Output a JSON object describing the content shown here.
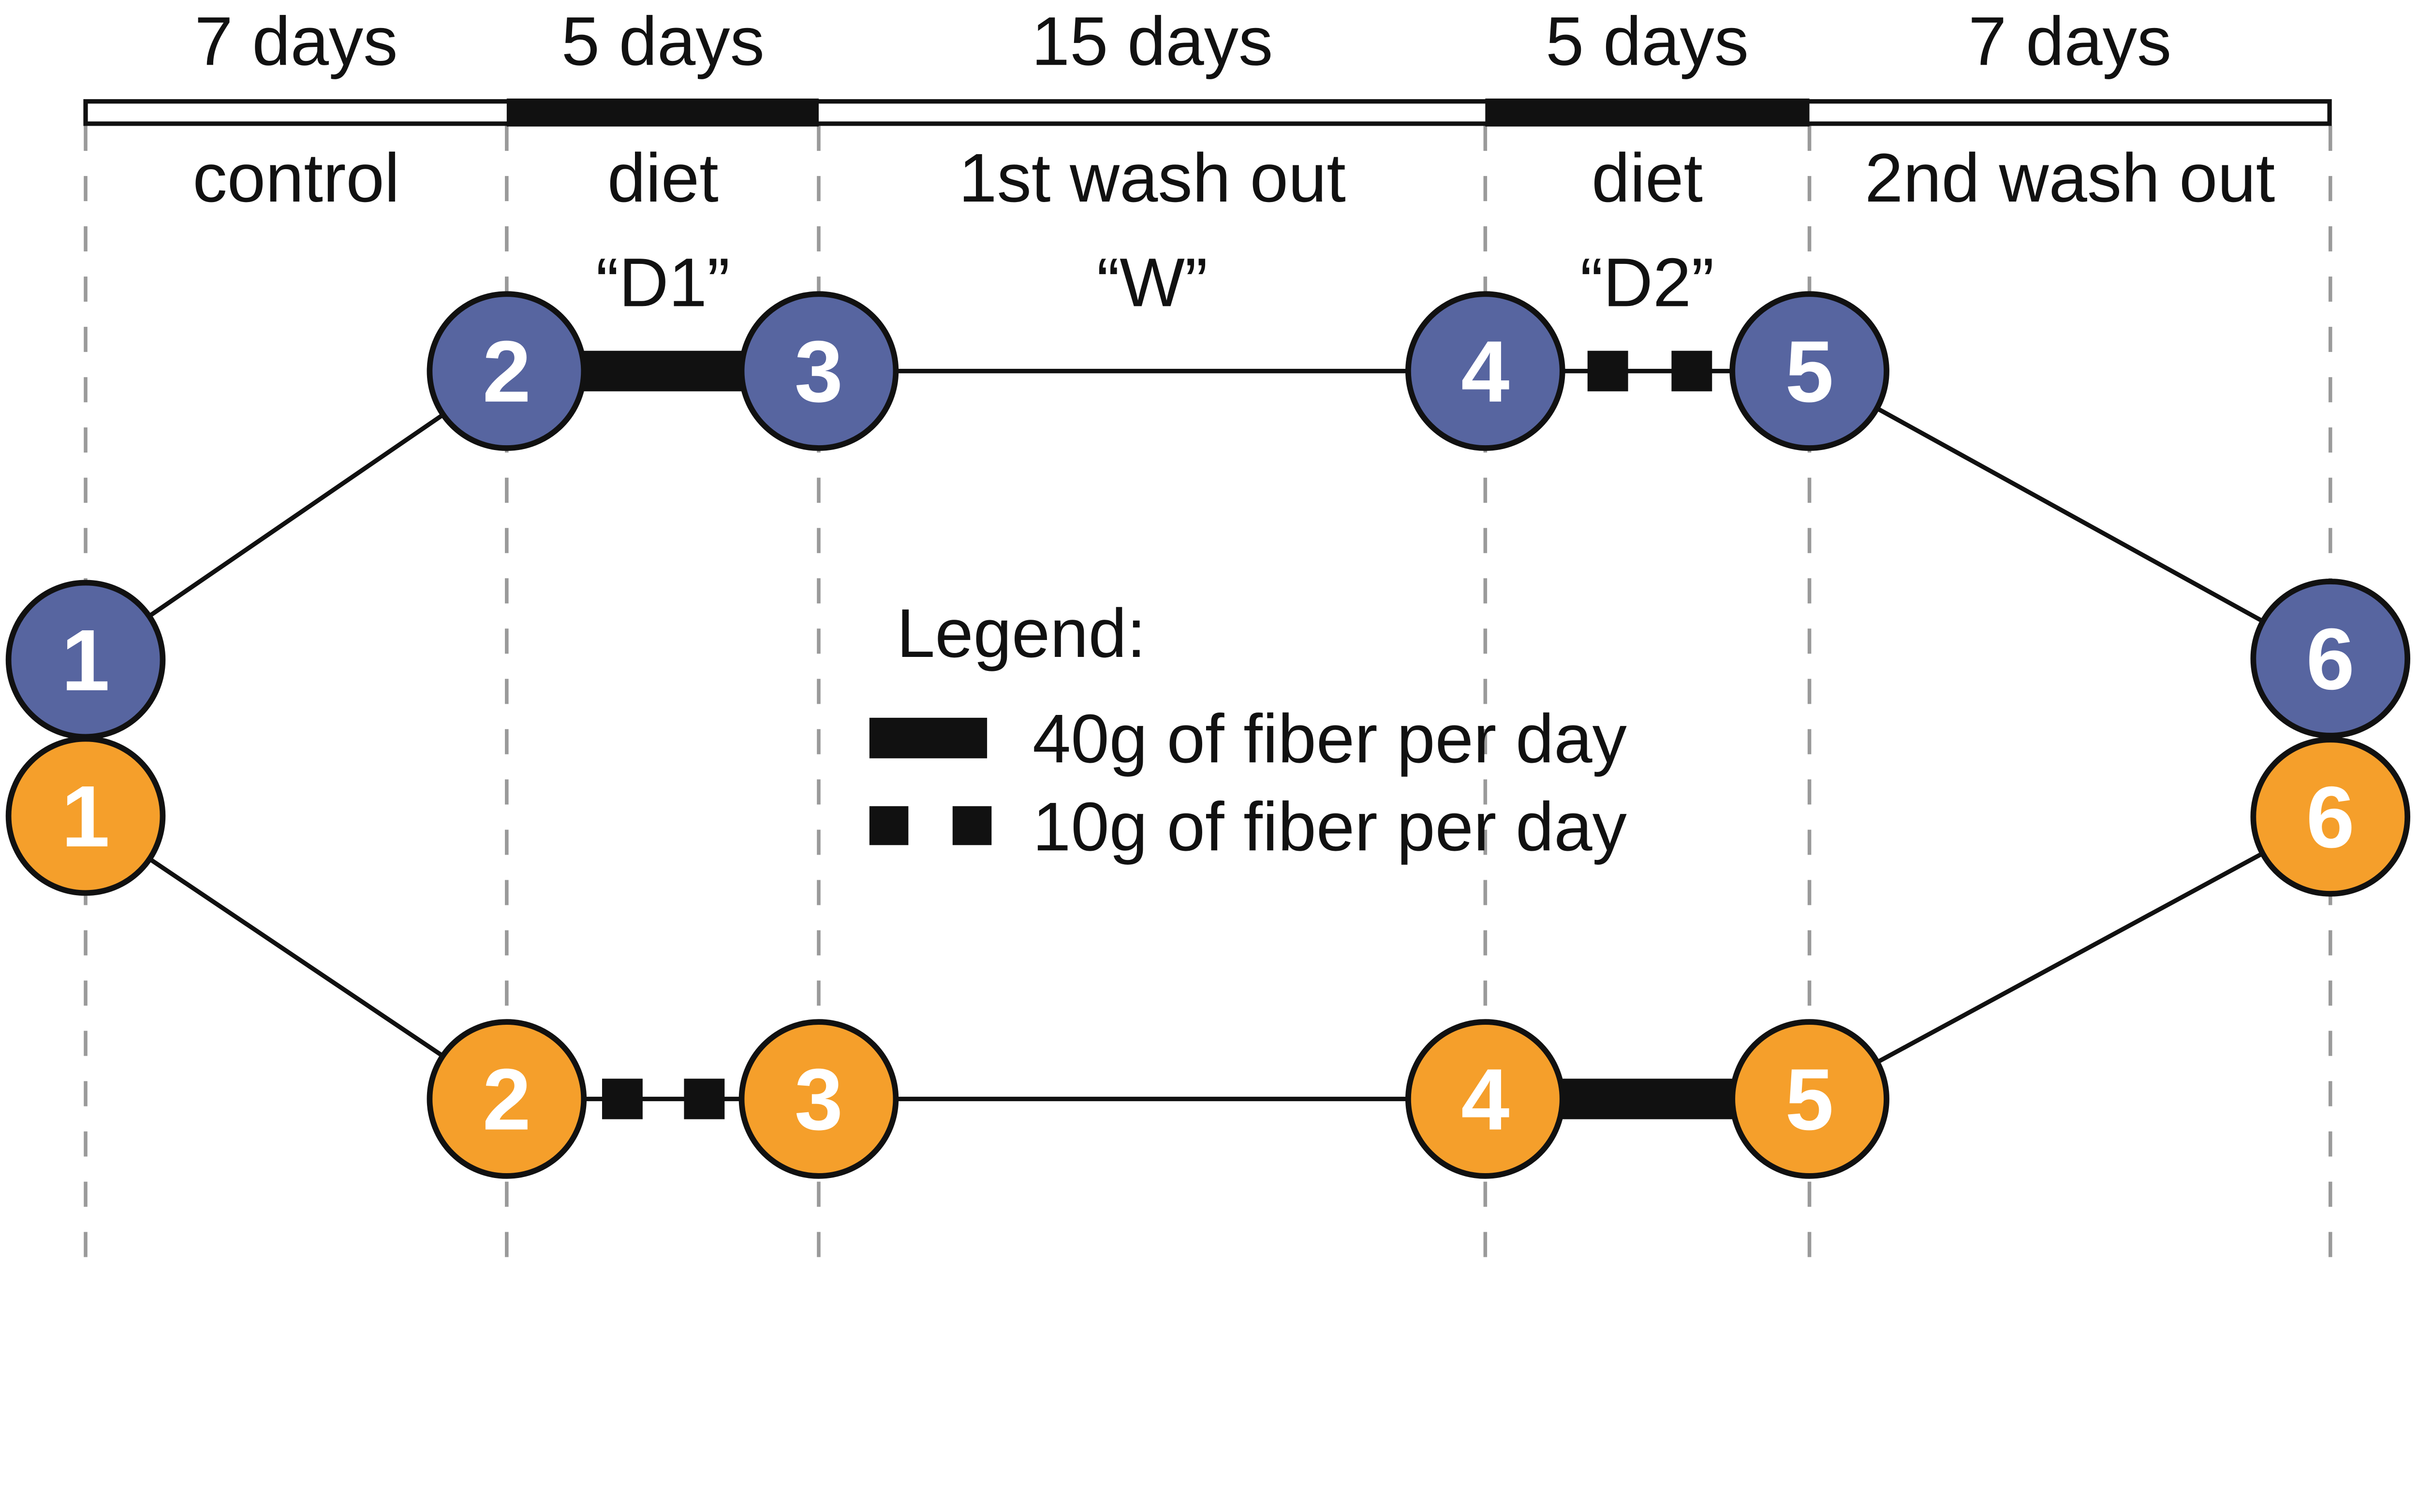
{
  "phases": [
    {
      "duration": "7 days",
      "name": "control"
    },
    {
      "duration": "5 days",
      "name": "diet",
      "code": "“D1”"
    },
    {
      "duration": "15 days",
      "name": "1st wash out",
      "code": "“W”"
    },
    {
      "duration": "5 days",
      "name": "diet",
      "code": "“D2”"
    },
    {
      "duration": "7 days",
      "name": "2nd wash out"
    }
  ],
  "legend": {
    "title": "Legend:",
    "items": [
      {
        "swatch": "solid-thick-bar",
        "label": "40g of fiber per day"
      },
      {
        "swatch": "two-black-squares",
        "label": "10g of fiber per day"
      }
    ]
  },
  "arms": {
    "blue": {
      "color": "#5765A0",
      "visits": [
        "1",
        "2",
        "3",
        "4",
        "5",
        "6"
      ]
    },
    "orange": {
      "color": "#F59F2B",
      "visits": [
        "1",
        "2",
        "3",
        "4",
        "5",
        "6"
      ]
    }
  },
  "colors": {
    "dashed_line": "#9A9A9A",
    "ink": "#111111"
  }
}
